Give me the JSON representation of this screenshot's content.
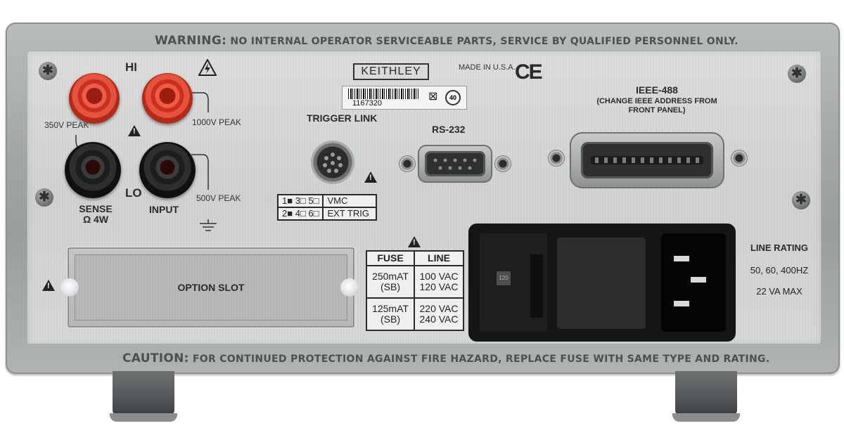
{
  "device": {
    "brand": "KEITHLEY",
    "made_in": "MADE IN U.S.A.",
    "ce_mark": "CE",
    "serial": "1167320",
    "eco_mark": "40"
  },
  "rim": {
    "warning_label": "WARNING:",
    "warning_text": "NO INTERNAL OPERATOR SERVICEABLE PARTS, SERVICE BY QUALIFIED PERSONNEL ONLY.",
    "caution_label": "CAUTION:",
    "caution_text": "FOR CONTINUED PROTECTION AGAINST FIRE HAZARD, REPLACE FUSE WITH SAME TYPE AND RATING."
  },
  "terminals": {
    "hi": "HI",
    "lo": "LO",
    "peak_left": "350V PEAK",
    "peak_right_top": "1000V PEAK",
    "peak_right_bottom": "500V PEAK",
    "sense_label": "SENSE",
    "sense_sub": "Ω 4W",
    "input_label": "INPUT"
  },
  "ports": {
    "trigger_link": "TRIGGER LINK",
    "rs232": "RS-232",
    "ieee_title": "IEEE-488",
    "ieee_sub": "(CHANGE IEEE ADDRESS FROM FRONT PANEL)"
  },
  "pin_table": {
    "rows": [
      {
        "pins": "1■ 3□ 5□",
        "func": "VMC"
      },
      {
        "pins": "2■ 4□ 6□",
        "func": "EXT TRIG"
      }
    ]
  },
  "fuse_table": {
    "headers": [
      "FUSE",
      "LINE"
    ],
    "rows": [
      {
        "fuse": "250mAT (SB)",
        "line": "100 VAC 120 VAC"
      },
      {
        "fuse": "125mAT (SB)",
        "line": "220 VAC 240 VAC"
      }
    ]
  },
  "option_slot": "OPTION SLOT",
  "power_module": {
    "selector": "120",
    "line_rating_title": "LINE RATING",
    "line_rating_freq": "50, 60, 400HZ",
    "line_rating_power": "22 VA MAX"
  },
  "colors": {
    "jack_red": "#e5523e",
    "jack_black": "#1c1d1e",
    "panel": "#d6d8d7",
    "chassis": "#a2a5a5"
  }
}
